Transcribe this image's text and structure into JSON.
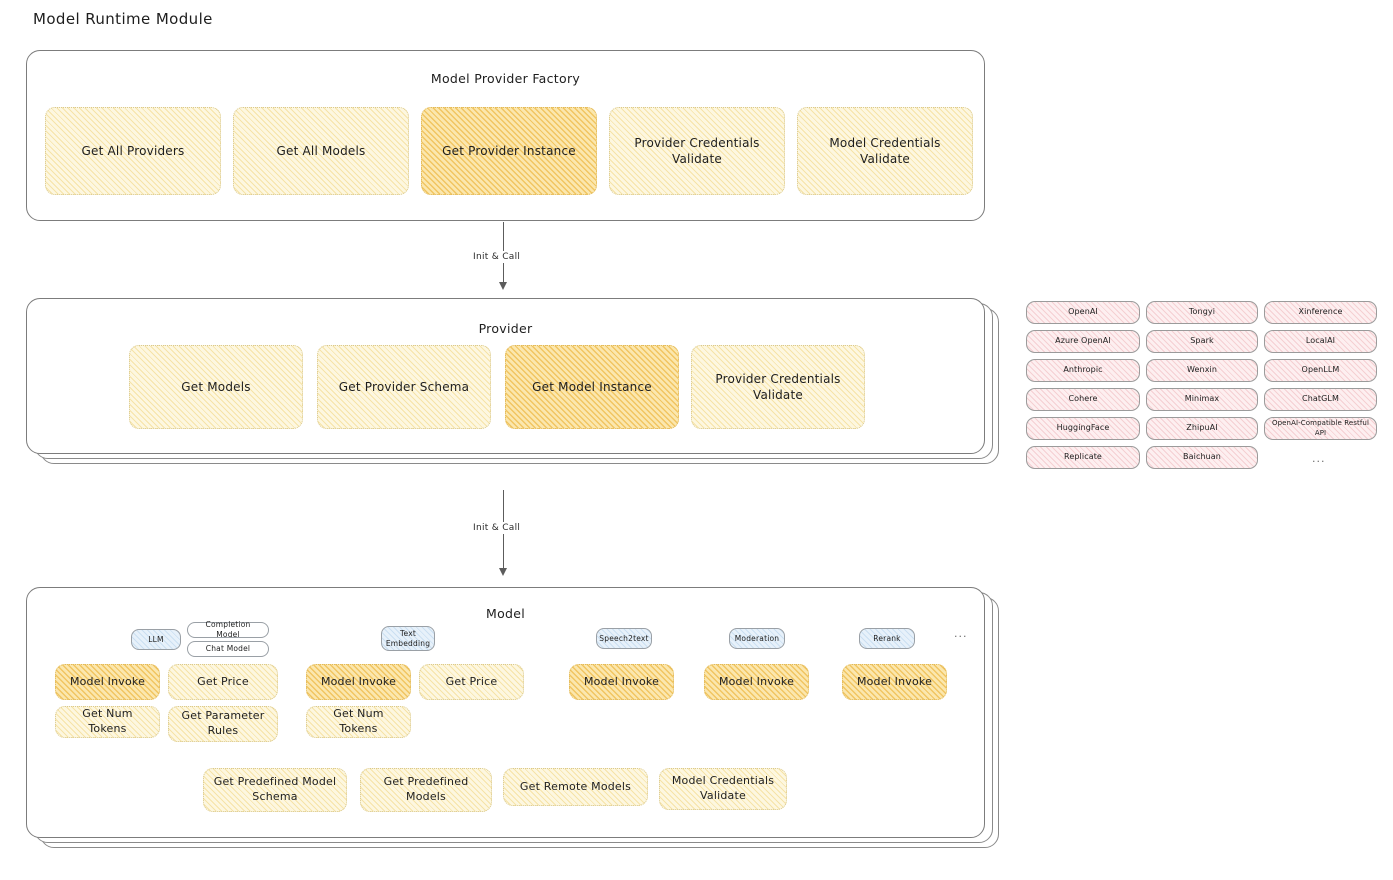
{
  "page": {
    "title": "Model Runtime Module"
  },
  "factory": {
    "title": "Model Provider Factory",
    "nodes": [
      {
        "label": "Get All Providers",
        "style": "amber-light"
      },
      {
        "label": "Get All Models",
        "style": "amber-light"
      },
      {
        "label": "Get Provider Instance",
        "style": "amber-dark"
      },
      {
        "label": "Provider Credentials Validate",
        "style": "amber-light"
      },
      {
        "label": "Model Credentials Validate",
        "style": "amber-light"
      }
    ]
  },
  "arrows": [
    {
      "label": "Init & Call"
    },
    {
      "label": "Init & Call"
    }
  ],
  "provider": {
    "title": "Provider",
    "nodes": [
      {
        "label": "Get Models",
        "style": "amber-light"
      },
      {
        "label": "Get Provider Schema",
        "style": "amber-light"
      },
      {
        "label": "Get Model Instance",
        "style": "amber-dark"
      },
      {
        "label": "Provider Credentials Validate",
        "style": "amber-light"
      }
    ]
  },
  "provider_list": {
    "ellipsis": "...",
    "columns": [
      {
        "items": [
          "OpenAI",
          "Azure OpenAI",
          "Anthropic",
          "Cohere",
          "HuggingFace",
          "Replicate"
        ]
      },
      {
        "items": [
          "Tongyi",
          "Spark",
          "Wenxin",
          "Minimax",
          "ZhipuAI",
          "Baichuan"
        ]
      },
      {
        "items": [
          "Xinference",
          "LocalAI",
          "OpenLLM",
          "ChatGLM",
          "OpenAI-Compatible Restful API"
        ]
      }
    ]
  },
  "model": {
    "title": "Model",
    "ellipsis": "...",
    "types": [
      {
        "badge": "LLM",
        "sub_badges": [
          "Completion Model",
          "Chat Model"
        ],
        "nodes": [
          {
            "label": "Model Invoke",
            "style": "amber-dark"
          },
          {
            "label": "Get Price",
            "style": "amber-light"
          },
          {
            "label": "Get Num Tokens",
            "style": "amber-light"
          },
          {
            "label": "Get Parameter Rules",
            "style": "amber-light"
          }
        ]
      },
      {
        "badge": "Text Embedding",
        "sub_badges": [],
        "nodes": [
          {
            "label": "Model Invoke",
            "style": "amber-dark"
          },
          {
            "label": "Get Price",
            "style": "amber-light"
          },
          {
            "label": "Get Num Tokens",
            "style": "amber-light"
          }
        ]
      },
      {
        "badge": "Speech2text",
        "sub_badges": [],
        "nodes": [
          {
            "label": "Model Invoke",
            "style": "amber-dark"
          }
        ]
      },
      {
        "badge": "Moderation",
        "sub_badges": [],
        "nodes": [
          {
            "label": "Model Invoke",
            "style": "amber-dark"
          }
        ]
      },
      {
        "badge": "Rerank",
        "sub_badges": [],
        "nodes": [
          {
            "label": "Model Invoke",
            "style": "amber-dark"
          }
        ]
      }
    ],
    "common_nodes": [
      {
        "label": "Get Predefined Model Schema",
        "style": "amber-light"
      },
      {
        "label": "Get Predefined Models",
        "style": "amber-light"
      },
      {
        "label": "Get Remote Models",
        "style": "amber-light"
      },
      {
        "label": "Model Credentials Validate",
        "style": "amber-light"
      }
    ]
  },
  "colors": {
    "amber_light": "#fdf7e0",
    "amber_dark": "#fbe7ae",
    "rose": "#fdeff0",
    "blue": "#e7f1fa",
    "stroke": "#7c7c7c"
  }
}
